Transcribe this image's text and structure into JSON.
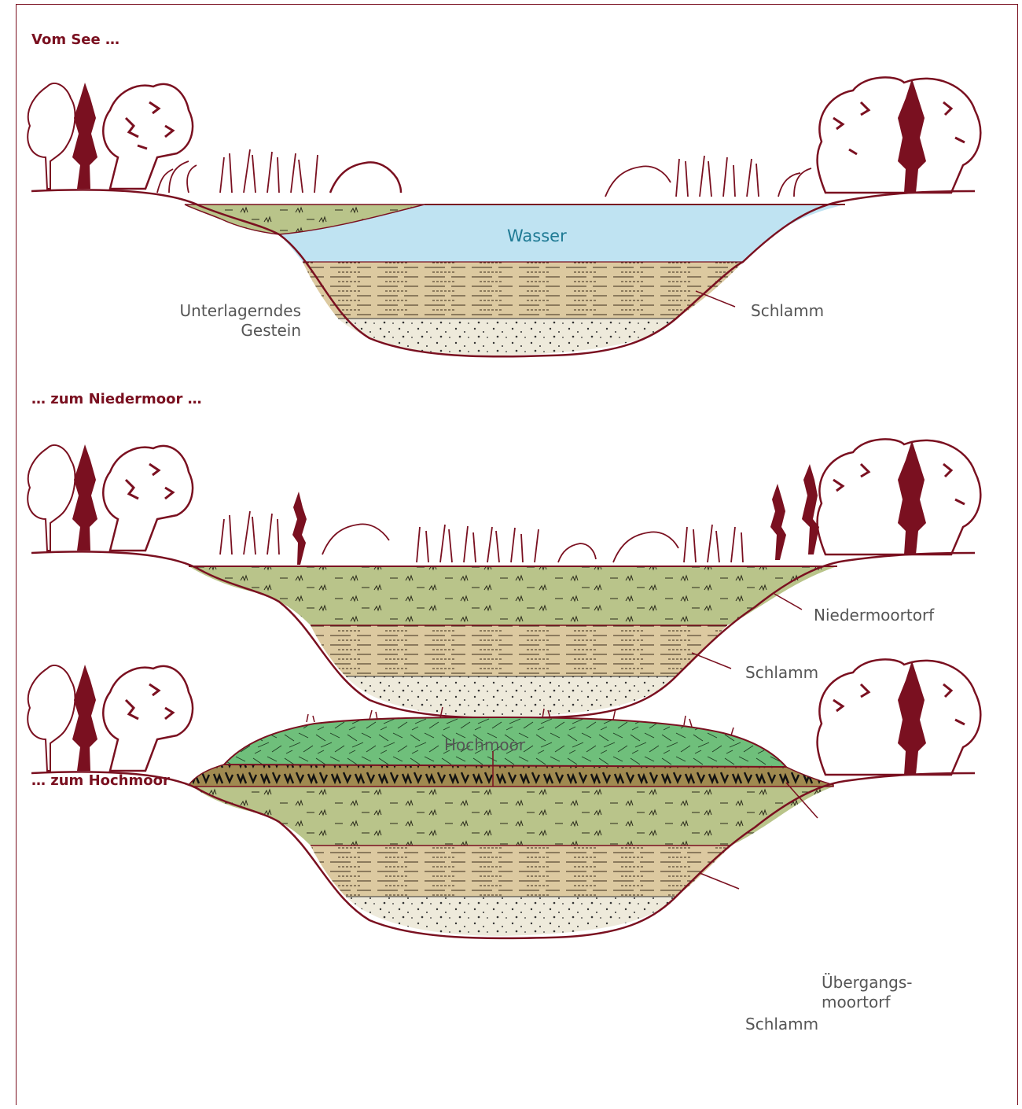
{
  "panels": [
    {
      "heading": "Vom See …"
    },
    {
      "heading": "… zum Niedermoor …"
    },
    {
      "heading": "… zum Hochmoor"
    }
  ],
  "labels": {
    "wasser": "Wasser",
    "unterlagerndes_line1": "Unterlagerndes",
    "unterlagerndes_line2": "Gestein",
    "schlamm": "Schlamm",
    "niedermoortorf": "Niedermoortorf",
    "hochmoor": "Hochmoor",
    "uebergang_line1": "Übergangs-",
    "uebergang_line2": "moortorf"
  },
  "colors": {
    "outline": "#7a1020",
    "water": "#bfe3f2",
    "sludge": "#dcc9a0",
    "sand": "#eeeadb",
    "fen_peat": "#b9c48a",
    "bog": "#6fbf7b",
    "transition": "#a08a50"
  }
}
